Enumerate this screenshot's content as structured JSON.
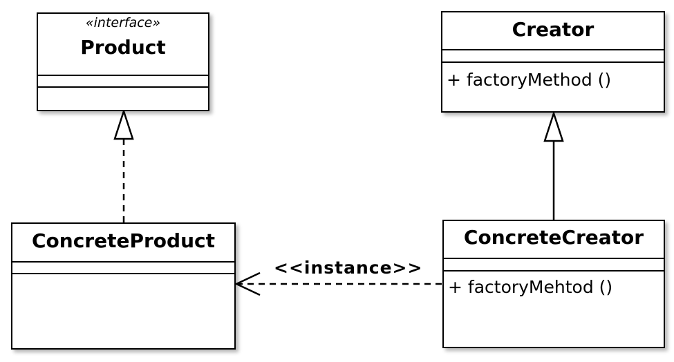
{
  "diagram": {
    "classes": {
      "product": {
        "stereotype": "«interface»",
        "name": "Product",
        "operations": []
      },
      "creator": {
        "name": "Creator",
        "operations": [
          "+ factoryMethod ()"
        ]
      },
      "concrete_product": {
        "name": "ConcreteProduct",
        "operations": []
      },
      "concrete_creator": {
        "name": "ConcreteCreator",
        "operations": [
          "+ factoryMehtod ()"
        ]
      }
    },
    "relations": {
      "instance_label": "<<instance>>"
    },
    "colors": {
      "line": "#000000",
      "background": "#ffffff"
    }
  }
}
